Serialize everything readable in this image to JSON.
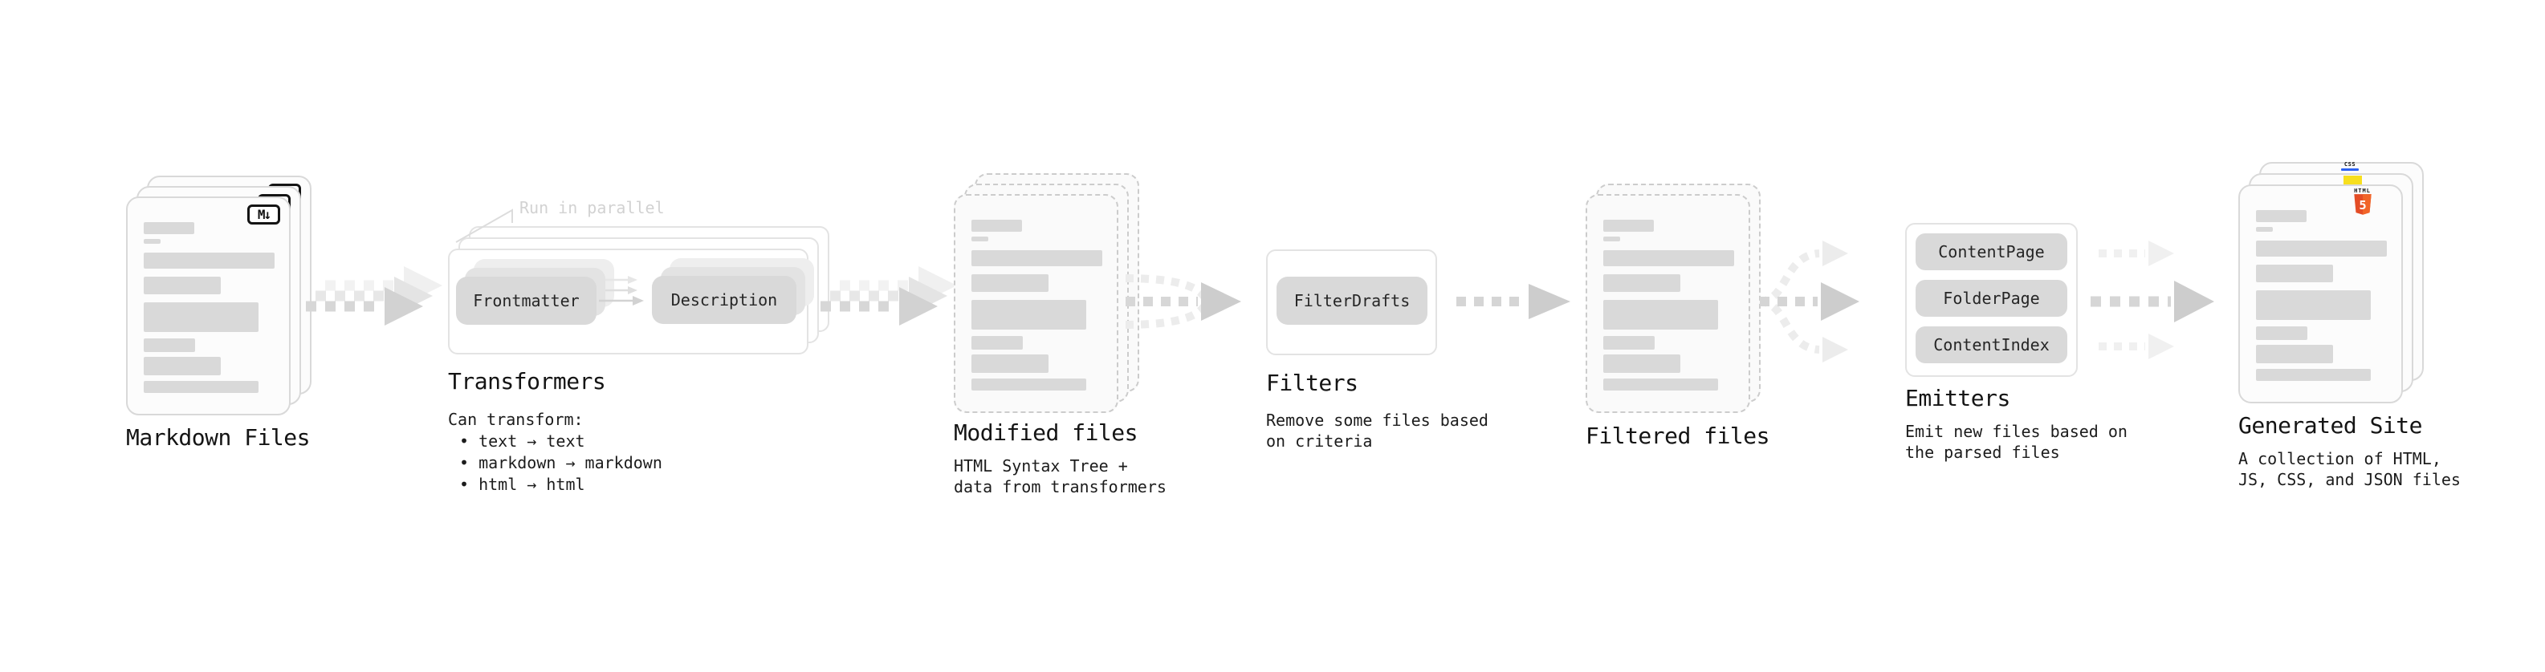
{
  "sections": {
    "markdown_files": {
      "title": "Markdown Files",
      "badge": "M↓"
    },
    "transformers": {
      "title": "Transformers",
      "annotation": "Run in parallel",
      "node_a": "Frontmatter",
      "node_b": "Description",
      "desc": "Can transform:",
      "bullets": [
        "• text → text",
        "• markdown → markdown",
        "• html → html"
      ]
    },
    "modified_files": {
      "title": "Modified files",
      "desc1": "HTML Syntax Tree +",
      "desc2": "data from transformers"
    },
    "filters": {
      "title": "Filters",
      "node": "FilterDrafts",
      "desc1": "Remove some files based",
      "desc2": "on criteria"
    },
    "filtered_files": {
      "title": "Filtered files"
    },
    "emitters": {
      "title": "Emitters",
      "nodes": [
        "ContentPage",
        "FolderPage",
        "ContentIndex"
      ],
      "desc1": "Emit new files based on",
      "desc2": "the parsed files"
    },
    "generated_site": {
      "title": "Generated Site",
      "desc1": "A collection of HTML,",
      "desc2": "JS, CSS, and JSON files",
      "badge_css": "CSS",
      "badge_html": "HTML",
      "badge_html_number": "5"
    }
  },
  "colors": {
    "html5_orange": "#e44d26",
    "html5_orange_light": "#f16529",
    "js_yellow": "#f7df1e",
    "css_blue": "#2d62f2",
    "node_fill": "#d9d9d9",
    "doc_border": "#d9d9d9",
    "text": "#161616",
    "muted_annotation": "#d2d2d2"
  }
}
